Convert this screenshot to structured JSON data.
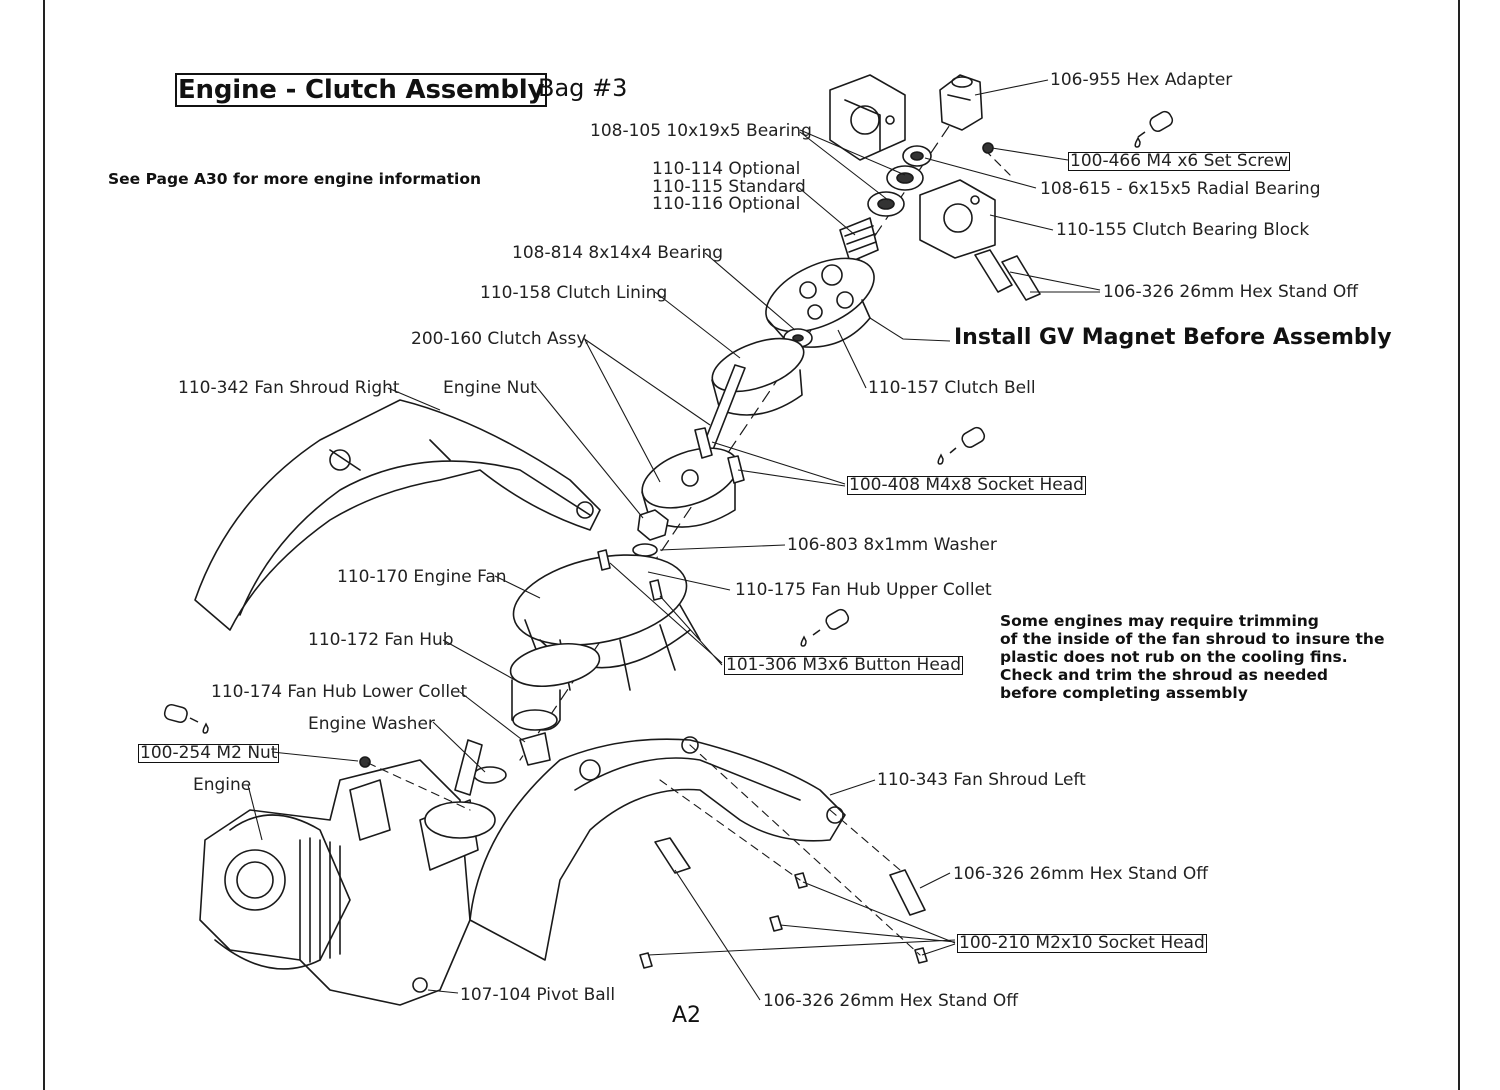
{
  "title": "Engine - Clutch Assembly",
  "bag": "Bag #3",
  "note": "See Page A30 for more engine information",
  "gv_note": "Install GV Magnet Before Assembly",
  "warning_lines": [
    "Some engines may require trimming",
    "of the inside of the fan shroud to insure the",
    "plastic does not rub on the cooling fins.",
    "Check and trim the shroud as needed",
    "before completing assembly"
  ],
  "page_number": "A2",
  "labels": {
    "hex_adapter": "106-955 Hex Adapter",
    "set_screw": "100-466 M4 x6 Set Screw",
    "bearing_10x19": "108-105 10x19x5 Bearing",
    "radial_bearing": "108-615 - 6x15x5 Radial Bearing",
    "pinion_114": "110-114 Optional",
    "pinion_115": "110-115 Standard",
    "pinion_116": "110-116 Optional",
    "bearing_block": "110-155 Clutch Bearing Block",
    "bearing_8x14": "108-814 8x14x4 Bearing",
    "standoff_top": "106-326 26mm Hex Stand Off",
    "clutch_lining": "110-158 Clutch Lining",
    "clutch_assy": "200-160 Clutch Assy.",
    "clutch_bell": "110-157 Clutch Bell",
    "fan_shroud_right": "110-342 Fan Shroud Right",
    "engine_nut": "Engine Nut",
    "socket_m4x8": "100-408 M4x8 Socket Head",
    "washer_8x1": "106-803 8x1mm Washer",
    "engine_fan": "110-170 Engine Fan",
    "upper_collet": "110-175 Fan Hub Upper Collet",
    "fan_hub": "110-172 Fan Hub",
    "button_head": "101-306 M3x6 Button Head",
    "lower_collet": "110-174 Fan Hub Lower Collet",
    "engine_washer": "Engine Washer",
    "m2_nut": "100-254 M2 Nut",
    "engine": "Engine",
    "fan_shroud_left": "110-343 Fan Shroud Left",
    "standoff_right": "106-326 26mm Hex Stand Off",
    "socket_m2x10": "100-210 M2x10 Socket Head",
    "pivot_ball": "107-104 Pivot Ball",
    "standoff_bottom": "106-326 26mm Hex Stand Off"
  }
}
